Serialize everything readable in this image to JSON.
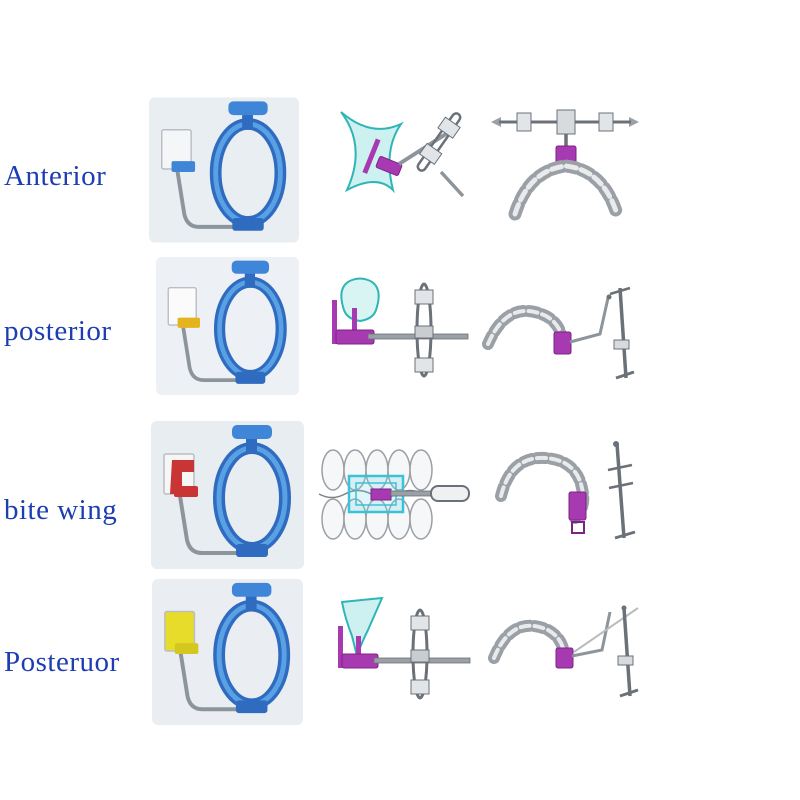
{
  "rows": [
    {
      "label": "Anterior",
      "film_color": "#f4f6f8",
      "arm_color": "#3f86d8",
      "photo_bg": "#e9eef3"
    },
    {
      "label": "posterior",
      "film_color": "#fbfbfb",
      "arm_color": "#e4b41f",
      "photo_bg": "#edf1f5"
    },
    {
      "label": "bite wing",
      "film_color": "#f6f6f6",
      "arm_color": "#c93434",
      "photo_bg": "#e8edf2"
    },
    {
      "label": "Posteruor",
      "film_color": "#e8dc2a",
      "arm_color": "#d4c81e",
      "photo_bg": "#eaeef3"
    }
  ],
  "palette": {
    "label_blue": "#1d3db2",
    "device_blue": "#3f86d8",
    "holder_magenta": "#a73ab0",
    "tooth_teal": "#2fb5b5",
    "metal_grey": "#8d959c"
  }
}
